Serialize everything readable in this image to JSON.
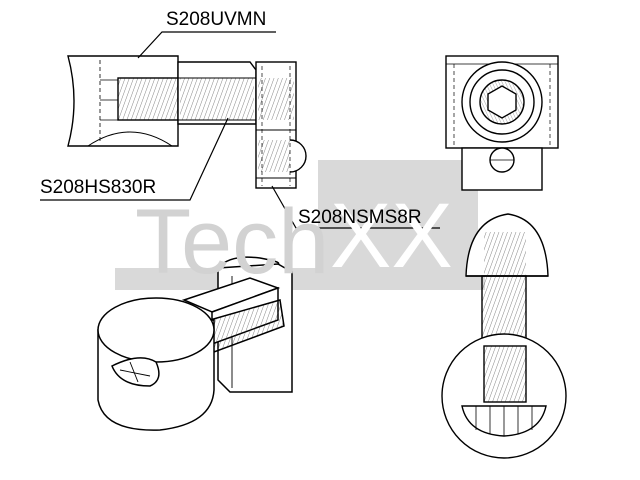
{
  "watermark": {
    "text_left": "Tech",
    "text_right": "XX",
    "color": "#d2d2d2"
  },
  "labels": {
    "top": "S208UVMN",
    "left": "S208HS830R",
    "right": "S208NSMS8R"
  },
  "colors": {
    "line": "#000000",
    "hatch": "#555555",
    "watermark": "#d9d9d9"
  }
}
